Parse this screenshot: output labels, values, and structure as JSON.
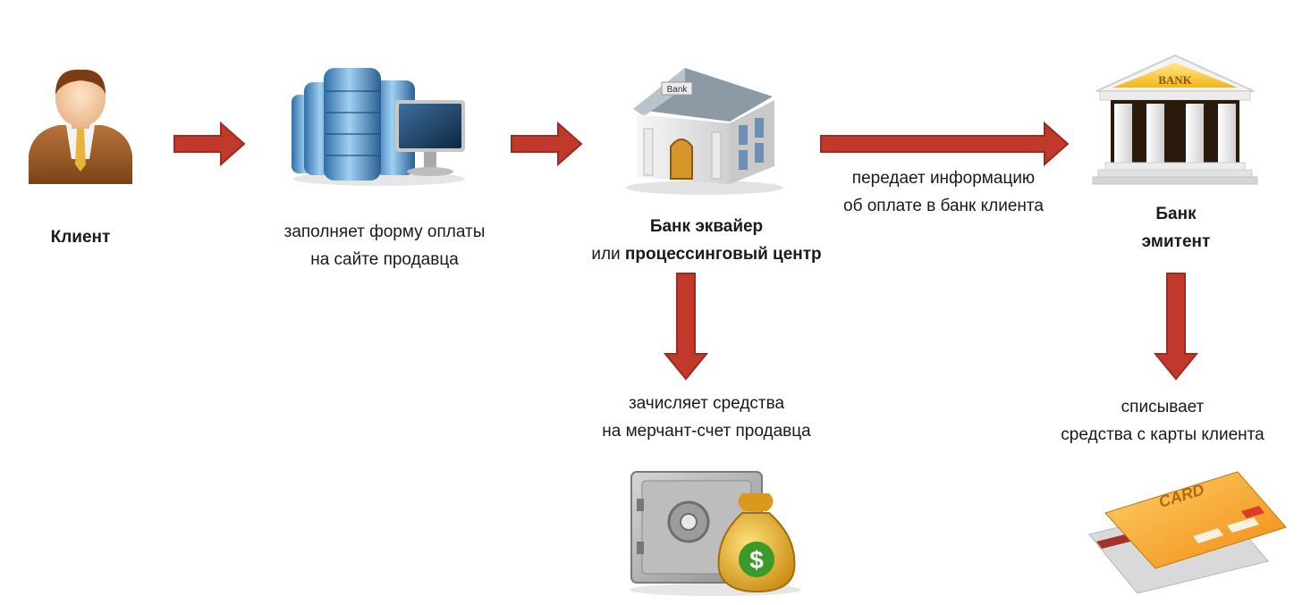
{
  "nodes": {
    "client": {
      "label": "Клиент",
      "icon": "businessman-icon"
    },
    "merchant_site": {
      "line1": "заполняет форму оплаты",
      "line2": "на сайте продавца",
      "icon": "server-computer-icon"
    },
    "acquirer": {
      "line1": "Банк эквайер",
      "line2_prefix": "или ",
      "line2_bold": "процессинговый центр",
      "icon": "bank-building-icon",
      "sign": "Bank"
    },
    "issuer": {
      "line1": "Банк",
      "line2": "эмитент",
      "icon": "bank-temple-icon",
      "sign": "BANK"
    }
  },
  "edges": {
    "to_issuer": {
      "line1": "передает информацию",
      "line2": "об оплате в банк клиента"
    },
    "acquirer_down": {
      "line1": "зачисляет средства",
      "line2": "на мерчант-счет продавца"
    },
    "issuer_down": {
      "line1": "списывает",
      "line2": "средства с карты клиента"
    }
  },
  "results": {
    "safe": {
      "icon": "safe-money-bag-icon",
      "symbol": "$"
    },
    "card": {
      "icon": "credit-card-icon",
      "text": "CARD"
    }
  },
  "colors": {
    "arrow": "#c0392b",
    "arrow_dark": "#9e2a22"
  }
}
